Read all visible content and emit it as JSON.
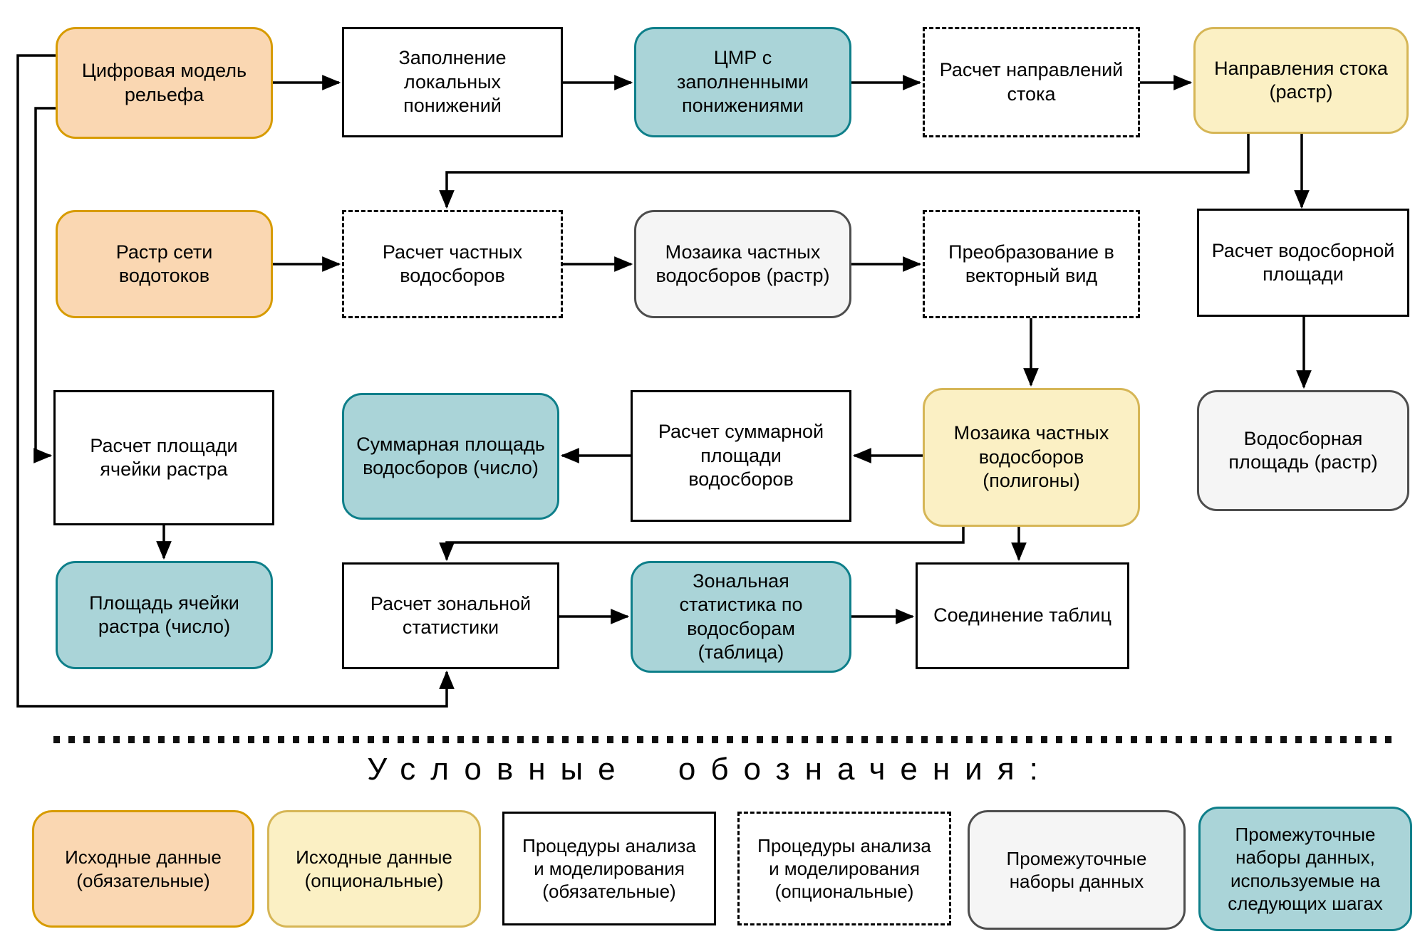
{
  "palette": {
    "orange_fill": "#FAD7B2",
    "orange_border": "#D79B00",
    "yellow_fill": "#FBF0C4",
    "yellow_border": "#D6B656",
    "teal_fill": "#AAD4D8",
    "teal_border": "#0E7F8A",
    "gray_fill": "#F5F5F5",
    "gray_border": "#4D4D4D",
    "line_color": "#000000"
  },
  "nodes": {
    "dem": "Цифровая модель\nрельефа",
    "fill_sinks": "Заполнение\nлокальных\nпонижений",
    "dem_filled": "ЦМР с\nзаполненными\nпонижениями",
    "flow_dir_calc": "Расчет направлений\nстока",
    "flow_dir": "Направления стока\n(растр)",
    "streams": "Растр сети\nводотоков",
    "part_catch_calc": "Расчет частных\nводосборов",
    "mosaic_raster": "Мозаика частных\nводосборов (растр)",
    "to_vector": "Преобразование в\nвекторный вид",
    "catch_area_calc": "Расчет водосборной\nплощади",
    "cell_area_calc": "Расчет площади\nячейки растра",
    "total_area": "Суммарная площадь\nводосборов (число)",
    "total_area_calc": "Расчет суммарной\nплощади\nводосборов",
    "mosaic_poly": "Мозаика частных\nводосборов\n(полигоны)",
    "catch_area": "Водосборная\nплощадь (растр)",
    "cell_area": "Площадь ячейки\nрастра (число)",
    "zonal_calc": "Расчет зональной\nстатистики",
    "zonal_table": "Зональная\nстатистика по\nводосборам\n(таблица)",
    "join_tables": "Соединение таблиц"
  },
  "legend": {
    "title": "Условные обозначения:",
    "items": [
      {
        "label": "Исходные данные\n(обязательные)"
      },
      {
        "label": "Исходные данные\n(опциональные)"
      },
      {
        "label": "Процедуры анализа\nи моделирования\n(обязательные)"
      },
      {
        "label": "Процедуры анализа\nи моделирования\n(опциональные)"
      },
      {
        "label": "Промежуточные\nнаборы данных"
      },
      {
        "label": "Промежуточные\nнаборы данных,\nиспользуемые на\nследующих шагах"
      }
    ]
  }
}
